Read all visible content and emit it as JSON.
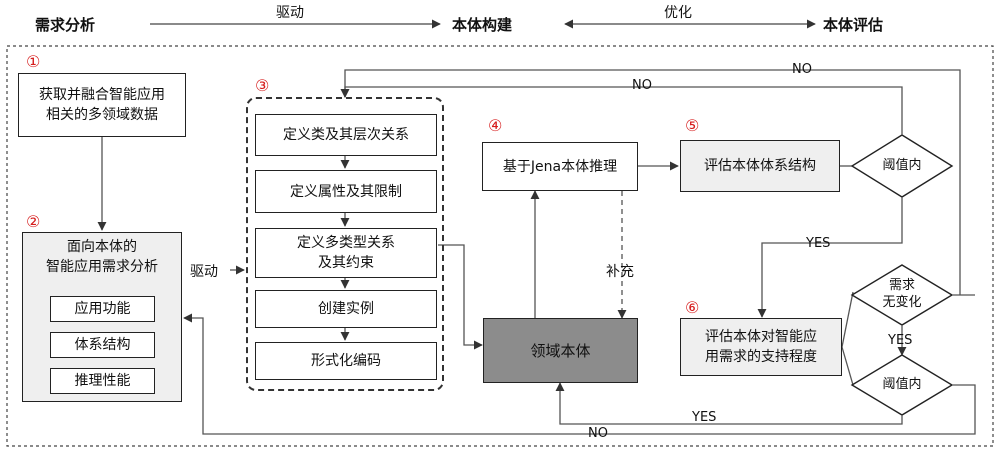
{
  "stages": {
    "requirement": "需求分析",
    "construction": "本体构建",
    "evaluation": "本体评估",
    "drive_label": "驱动",
    "optimize_label": "优化"
  },
  "step_numbers": [
    "①",
    "②",
    "③",
    "④",
    "⑤",
    "⑥"
  ],
  "step1": {
    "text": "获取并融合智能应用\n相关的多领域数据"
  },
  "step2": {
    "title": "面向本体的\n智能应用需求分析",
    "items": [
      "应用功能",
      "体系结构",
      "推理性能"
    ]
  },
  "step3": {
    "items": [
      "定义类及其层次关系",
      "定义属性及其限制",
      "定义多类型关系\n及其约束",
      "创建实例",
      "形式化编码"
    ]
  },
  "step4": {
    "text": "基于Jena本体推理"
  },
  "domain_ontology": {
    "text": "领域本体"
  },
  "step5": {
    "text": "评估本体体系结构"
  },
  "step6": {
    "text": "评估本体对智能应\n用需求的支持程度"
  },
  "diamonds": {
    "threshold_top": "阈值内",
    "no_change": "需求\n无变化",
    "threshold_bottom": "阈值内"
  },
  "labels": {
    "drive": "驱动",
    "supplement": "补充",
    "no": "NO",
    "yes": "YES"
  }
}
